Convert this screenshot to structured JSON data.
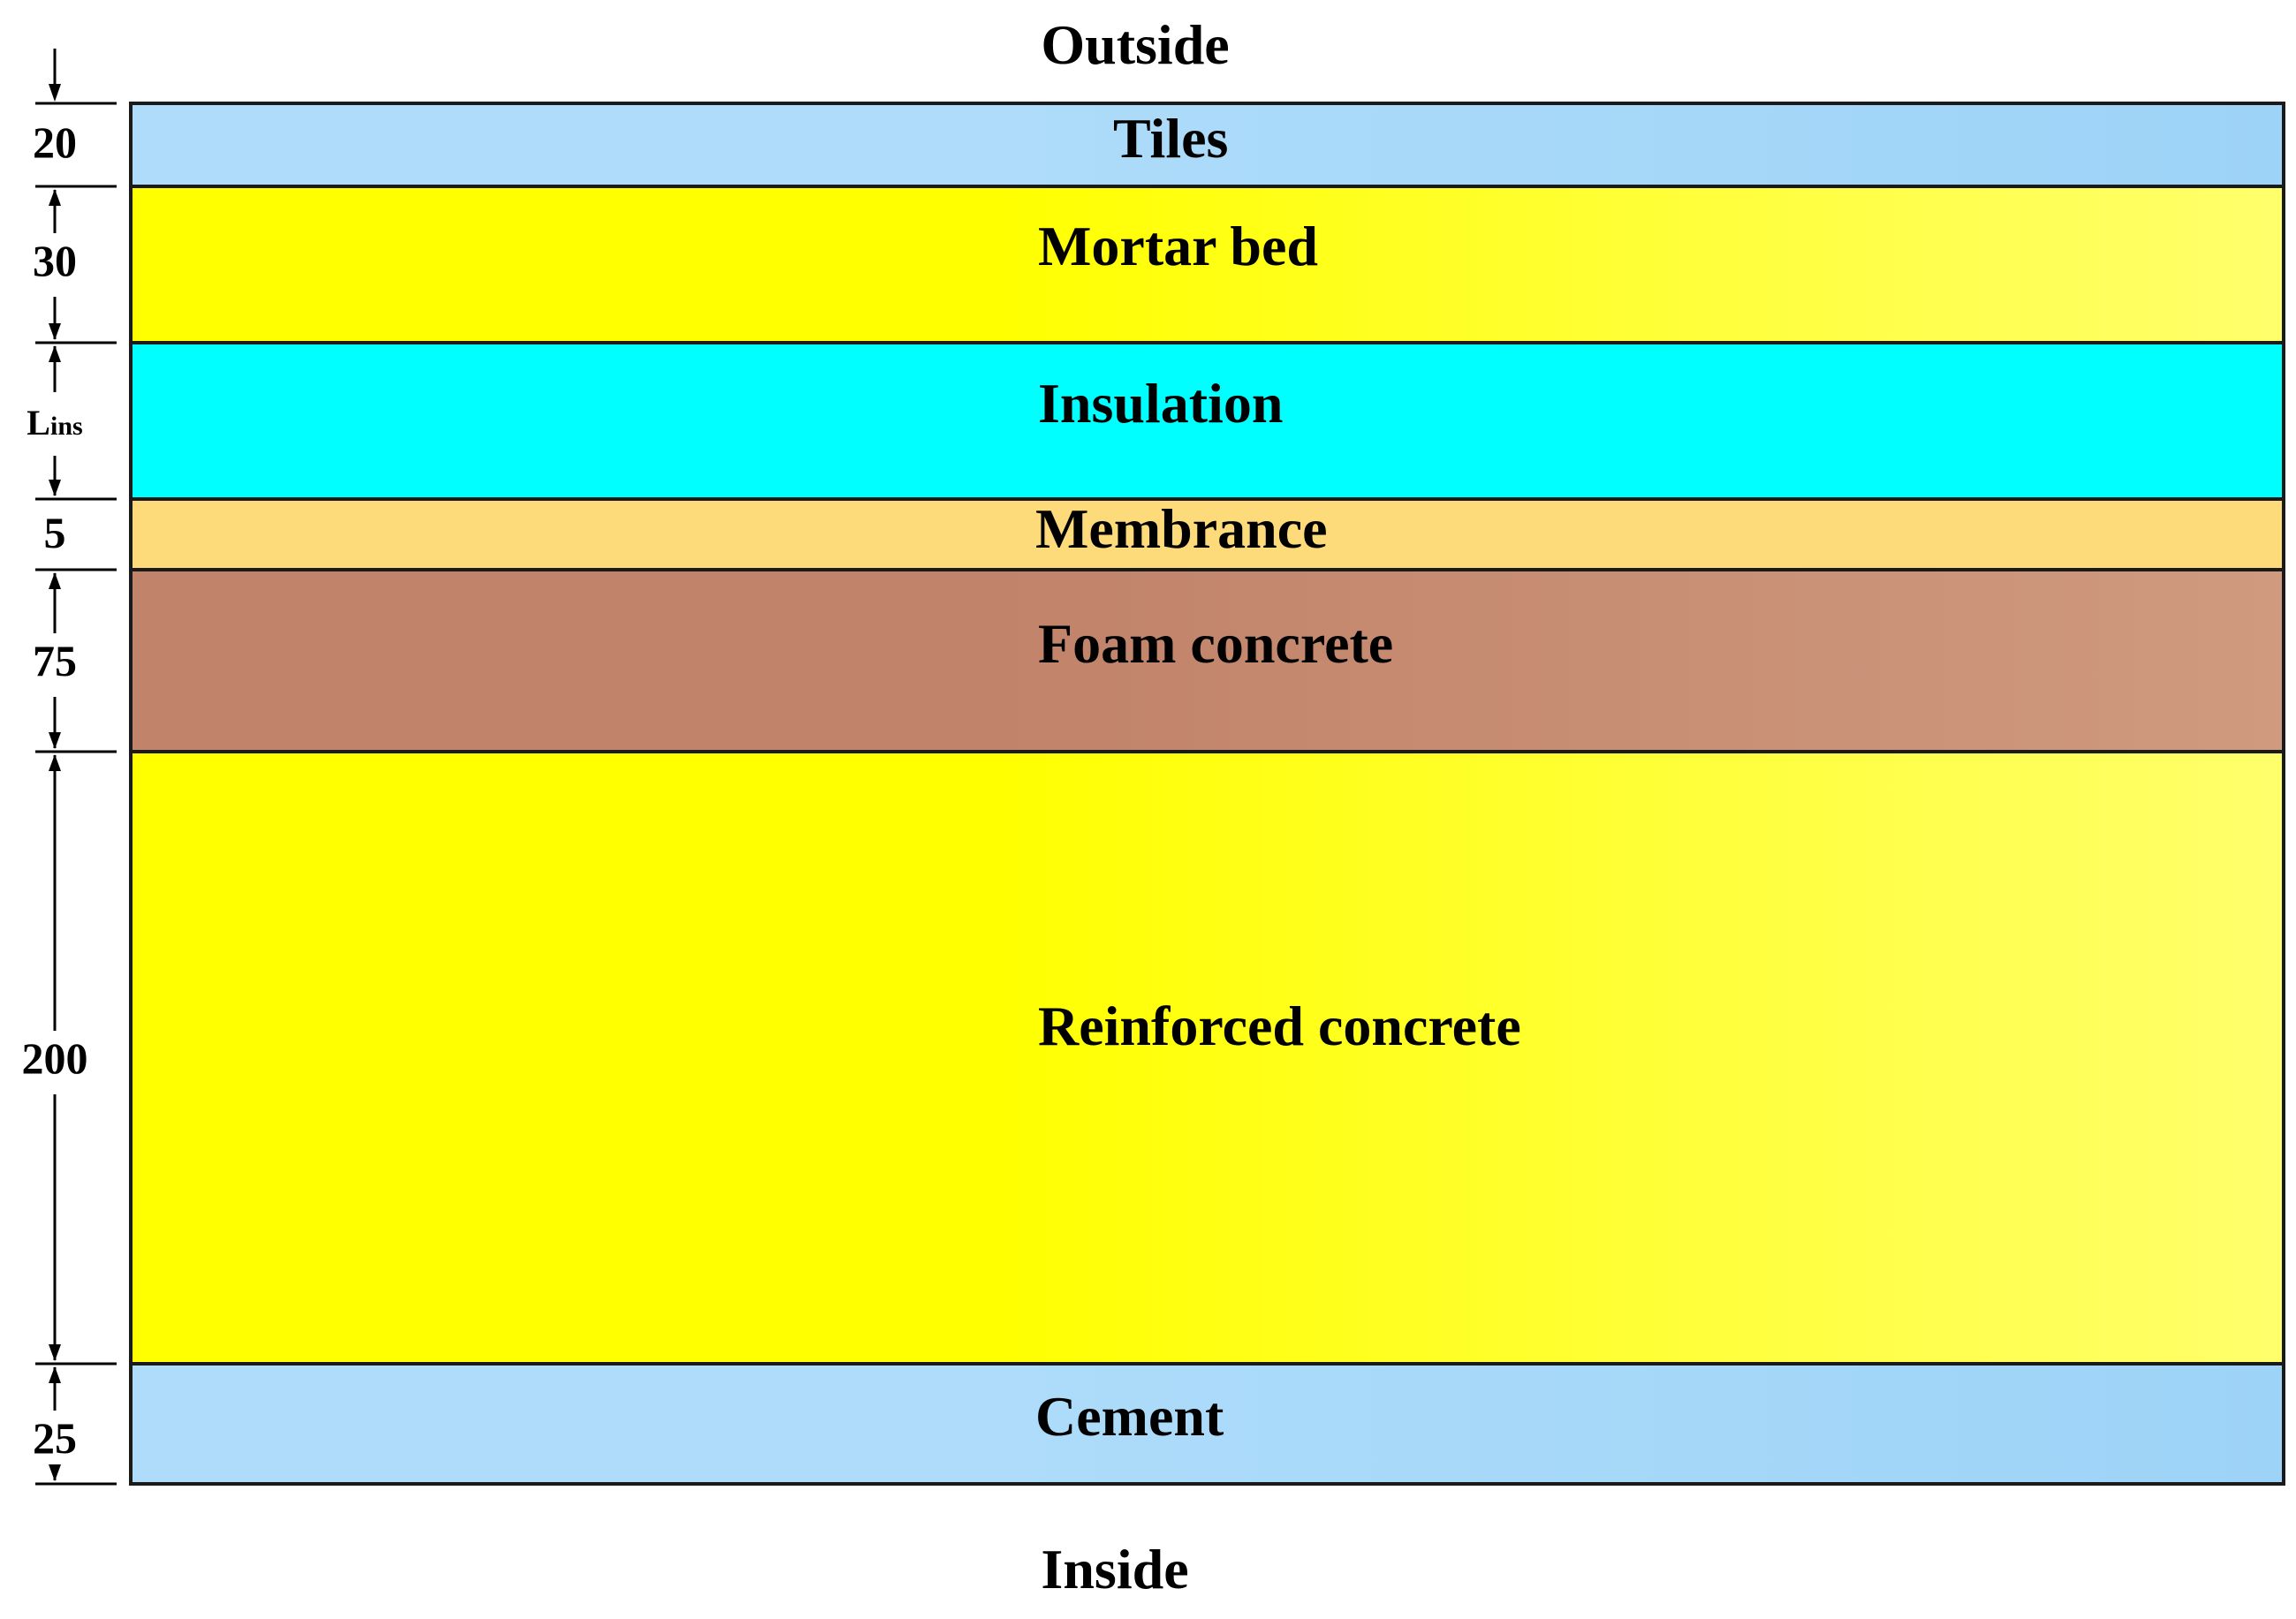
{
  "labels": {
    "top": "Outside",
    "bottom": "Inside"
  },
  "layers": [
    {
      "name": "Tiles",
      "thickness_label": "20",
      "color_start": "#aedcfa",
      "color_end": "#9dd3f7"
    },
    {
      "name": "Mortar bed",
      "thickness_label": "30",
      "color_start": "#ffff00",
      "color_end": "#ffff6c"
    },
    {
      "name": "Insulation",
      "thickness_label": "L",
      "thickness_subscript": "ins",
      "color_start": "#00ffff",
      "color_end": "#00ffff"
    },
    {
      "name": "Membrance",
      "thickness_label": "5",
      "color_start": "#fdda7a",
      "color_end": "#fdda7a"
    },
    {
      "name": "Foam concrete",
      "thickness_label": "75",
      "color_start": "#c1836a",
      "color_end": "#cf9a7e"
    },
    {
      "name": "Reinforced concrete",
      "thickness_label": "200",
      "color_start": "#ffff00",
      "color_end": "#ffff6c"
    },
    {
      "name": "Cement",
      "thickness_label": "25",
      "color_start": "#aedcfa",
      "color_end": "#9dd3f7"
    }
  ]
}
